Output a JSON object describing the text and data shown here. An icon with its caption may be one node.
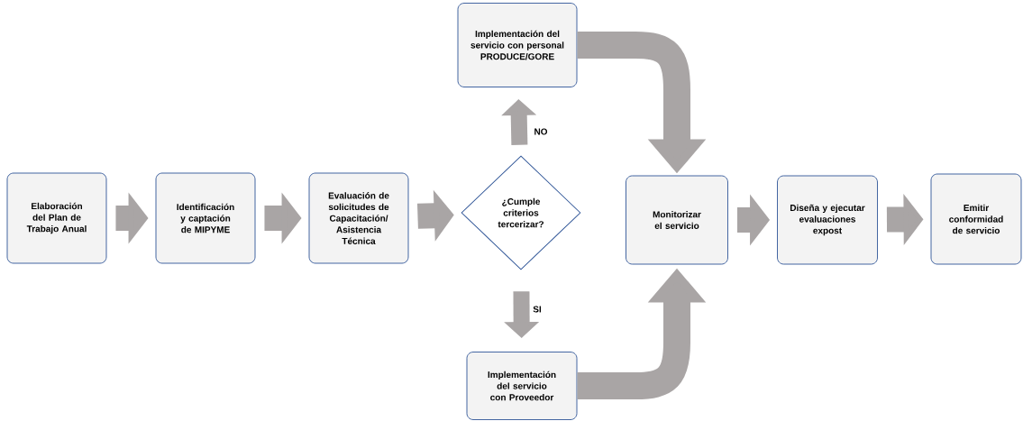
{
  "diagram": {
    "nodes": [
      {
        "text": [
          "Elaboración del Plan de Trabajo Anual"
        ]
      },
      {
        "text": [
          "Identificación y captación de MIPYME"
        ]
      },
      {
        "text": [
          "Evaluación de solicitudes de Capacitación/ Asistencia Técnica"
        ]
      },
      {
        "text": [
          "¿Cumple criterios tercerizar?"
        ]
      },
      {
        "text": [
          "Implementación del servicio con personal PRODUCE/GORE"
        ]
      },
      {
        "text": [
          "Implementación del servicio con Proveedor"
        ]
      },
      {
        "text": [
          "Monitorizar el servicio"
        ]
      },
      {
        "text": [
          "Diseña y ejecutar evaluaciones expost"
        ]
      },
      {
        "text": [
          "Emitir conformidad de servicio"
        ]
      }
    ],
    "edges": [
      {
        "from": 0,
        "to": 1,
        "arrow": "to"
      },
      {
        "from": 1,
        "to": 2,
        "arrow": "to"
      },
      {
        "from": 2,
        "to": 3,
        "arrow": "to"
      },
      {
        "from": 3,
        "to": 4,
        "arrow": "to",
        "label": "NO"
      },
      {
        "from": 3,
        "to": 5,
        "arrow": "to",
        "label": "SI"
      },
      {
        "from": 4,
        "to": 6,
        "arrow": "to"
      },
      {
        "from": 5,
        "to": 6,
        "arrow": "to"
      },
      {
        "from": 6,
        "to": 7,
        "arrow": "to"
      },
      {
        "from": 7,
        "to": 8,
        "arrow": "to"
      }
    ]
  }
}
